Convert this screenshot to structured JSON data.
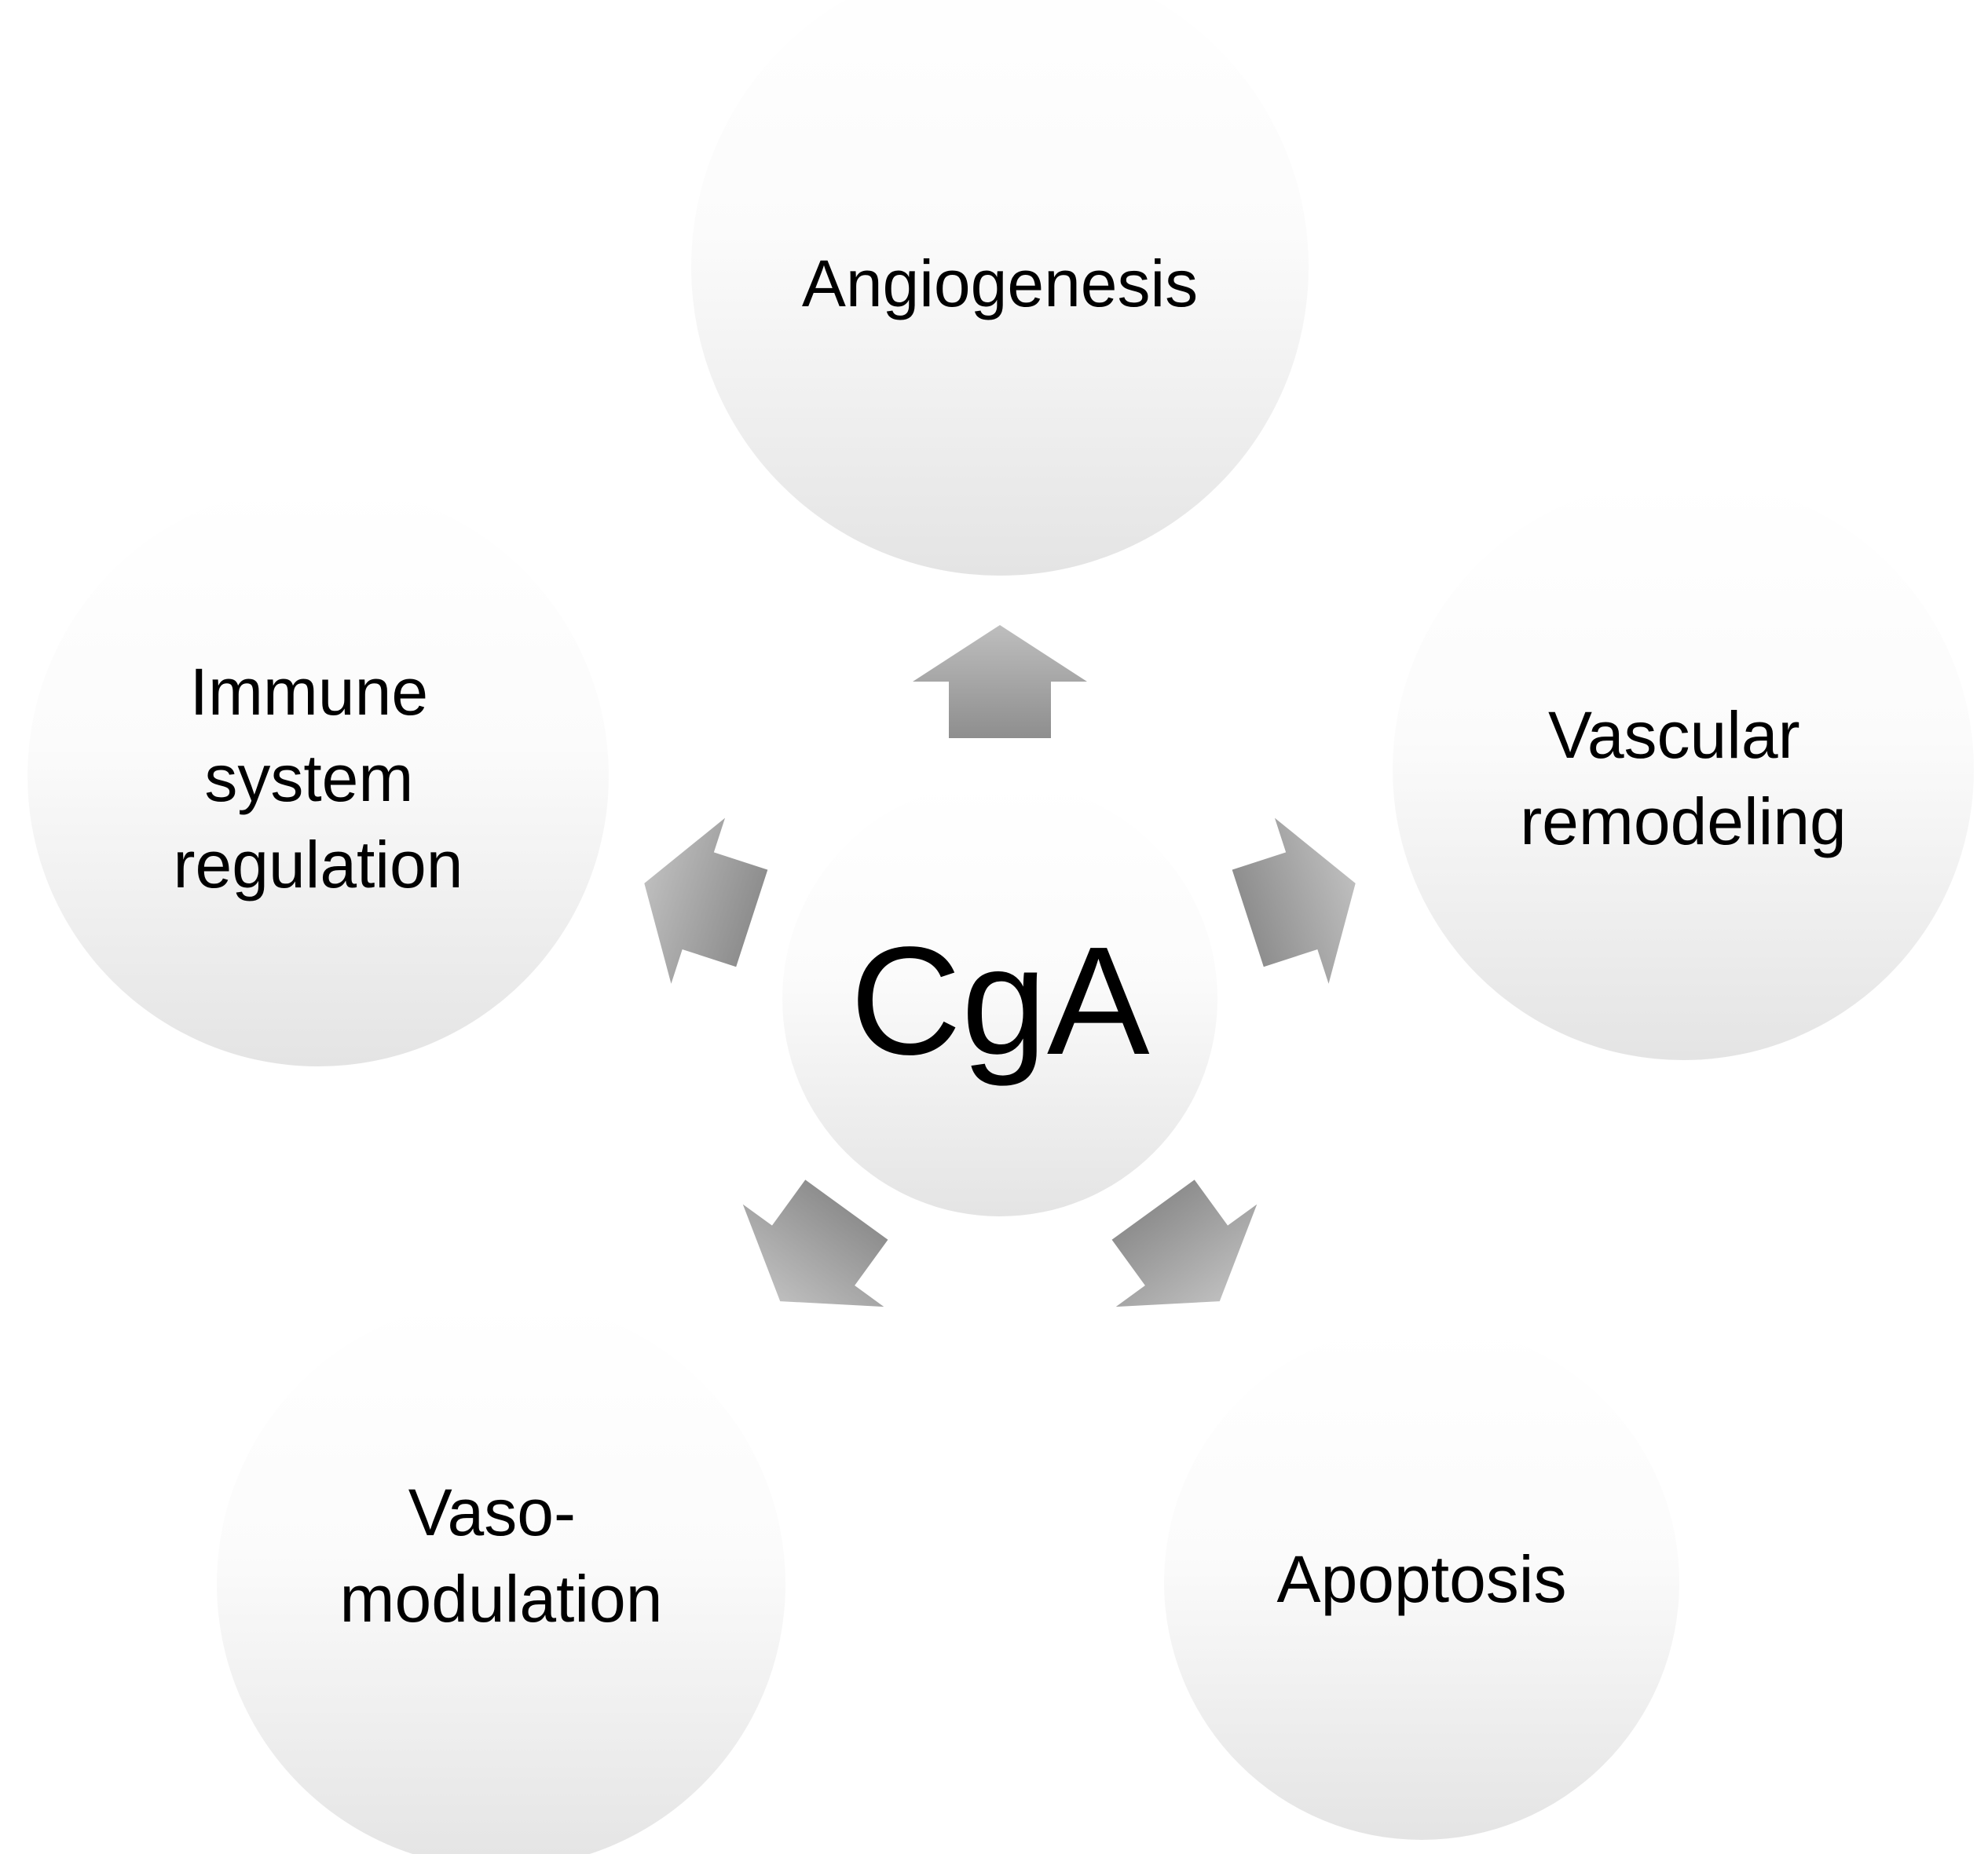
{
  "diagram": {
    "center": {
      "label": "CgA"
    },
    "nodes": [
      {
        "id": "angiogenesis",
        "lines": [
          "Angiogenesis"
        ]
      },
      {
        "id": "vascular-remodeling",
        "lines": [
          "Vascular",
          "remodeling"
        ]
      },
      {
        "id": "apoptosis",
        "lines": [
          "Apoptosis"
        ]
      },
      {
        "id": "vasomodulation",
        "lines": [
          "Vaso-",
          "modulation"
        ]
      },
      {
        "id": "immune-system-regulation",
        "lines": [
          "Immune",
          "system",
          "regulation"
        ]
      }
    ],
    "colors": {
      "circle_top": "#ffffff",
      "circle_bottom": "#e6e6e6",
      "arrow_top": "#bdbdbd",
      "arrow_bottom": "#8f8f8f",
      "text": "#000000"
    }
  }
}
